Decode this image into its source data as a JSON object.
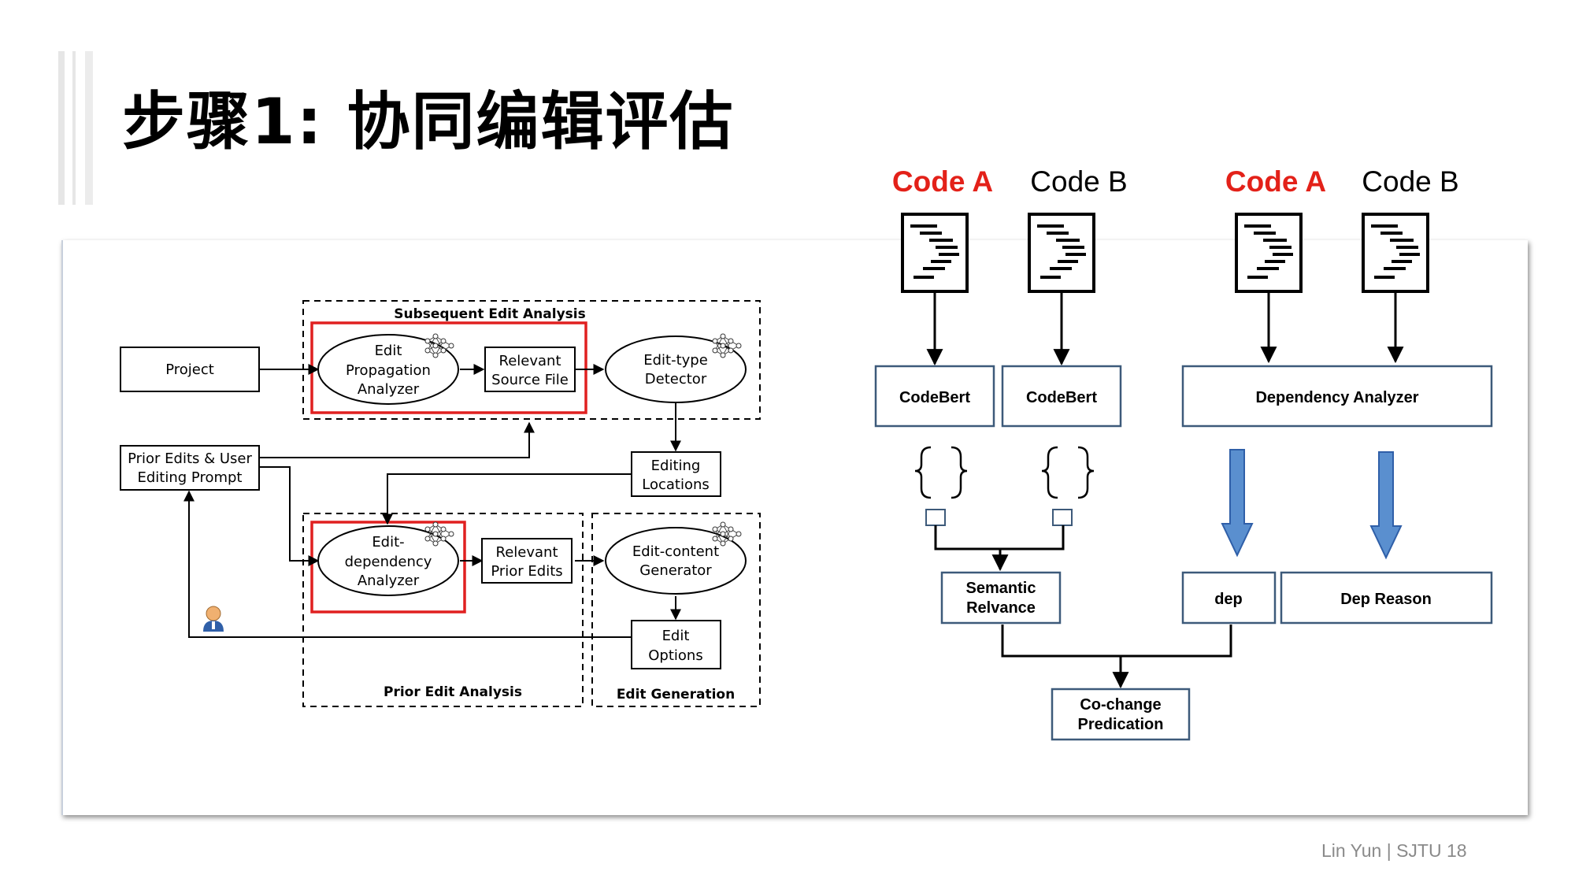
{
  "slide": {
    "title": "步骤1: 协同编辑评估",
    "footer": "Lin Yun | SJTU 18"
  },
  "left_diagram": {
    "sections": {
      "subsequent": "Subsequent Edit Analysis",
      "prior": "Prior Edit Analysis",
      "generation": "Edit Generation"
    },
    "nodes": {
      "project": "Project",
      "prior_edits": [
        "Prior Edits & User",
        "Editing Prompt"
      ],
      "edit_propagation": [
        "Edit",
        "Propagation",
        "Analyzer"
      ],
      "relevant_source": [
        "Relevant",
        "Source File"
      ],
      "edit_type": [
        "Edit-type",
        "Detector"
      ],
      "editing_locations": [
        "Editing",
        "Locations"
      ],
      "edit_dependency": [
        "Edit-",
        "dependency",
        "Analyzer"
      ],
      "relevant_prior": [
        "Relevant",
        "Prior Edits"
      ],
      "edit_content": [
        "Edit-content",
        "Generator"
      ],
      "edit_options": [
        "Edit",
        "Options"
      ]
    },
    "colors": {
      "highlight": "#e02020",
      "user_icon": "#2f5fa8"
    }
  },
  "right_diagram": {
    "headers": [
      {
        "label": "Code A",
        "color": "#e32119"
      },
      {
        "label": "Code B",
        "color": "#000000"
      },
      {
        "label": "Code A",
        "color": "#e32119"
      },
      {
        "label": "Code B",
        "color": "#000000"
      }
    ],
    "codebert_1": "CodeBert",
    "codebert_2": "CodeBert",
    "dependency_analyzer": "Dependency Analyzer",
    "semantic": [
      "Semantic",
      "Relvance"
    ],
    "dep": "dep",
    "dep_reason": "Dep Reason",
    "cochange": [
      "Co-change",
      "Predication"
    ],
    "colors": {
      "box_border": "#3d5a7a",
      "arrow_fill": "#5a8fcf",
      "arrow_stroke": "#2f5fa8"
    }
  }
}
